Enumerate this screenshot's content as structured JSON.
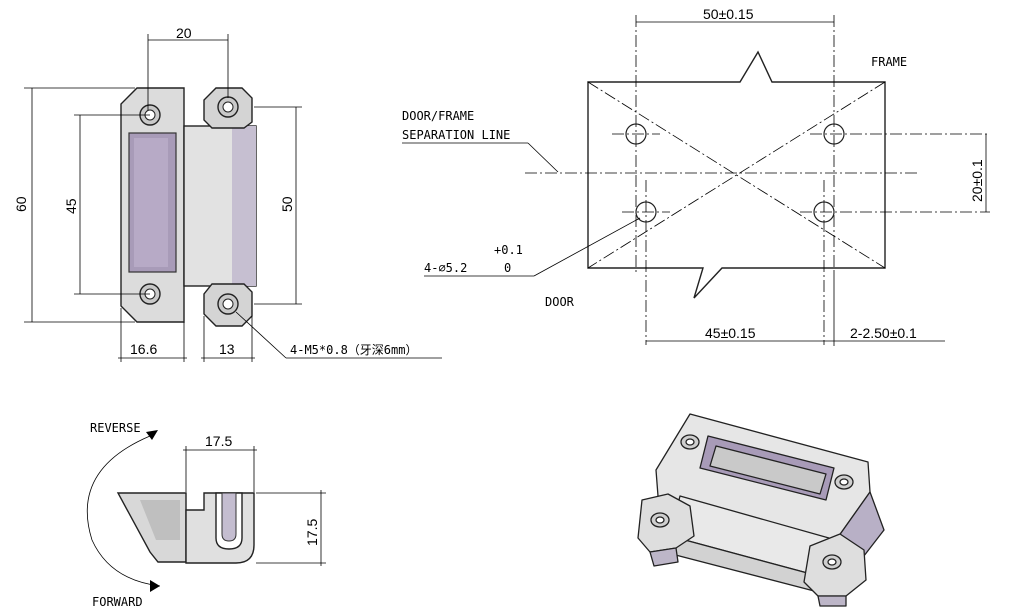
{
  "front_view": {
    "dim_width_top": "20",
    "dim_height_total": "60",
    "dim_height_holes": "45",
    "dim_height_right": "50",
    "dim_left_width": "16.6",
    "dim_right_width": "13",
    "thread_note": "4-M5*0.8（牙深6mm）"
  },
  "mounting_pattern": {
    "dim_top": "50±0.15",
    "dim_bottom": "45±0.15",
    "dim_offset": "2-2.50±0.1",
    "dim_vertical": "20±0.1",
    "label_frame": "FRAME",
    "label_door": "DOOR",
    "label_separation_line1": "DOOR/FRAME",
    "label_separation_line2": "SEPARATION LINE",
    "hole_note": "4-∅5.2",
    "hole_tol_upper": "+0.1",
    "hole_tol_lower": "0"
  },
  "side_view": {
    "label_reverse": "REVERSE",
    "label_forward": "FORWARD",
    "dim_width": "17.5",
    "dim_height": "17.5"
  },
  "colors": {
    "metal": "#d8d8d8",
    "metal_shade": "#b9b2c4",
    "slot": "#a89bb8"
  }
}
